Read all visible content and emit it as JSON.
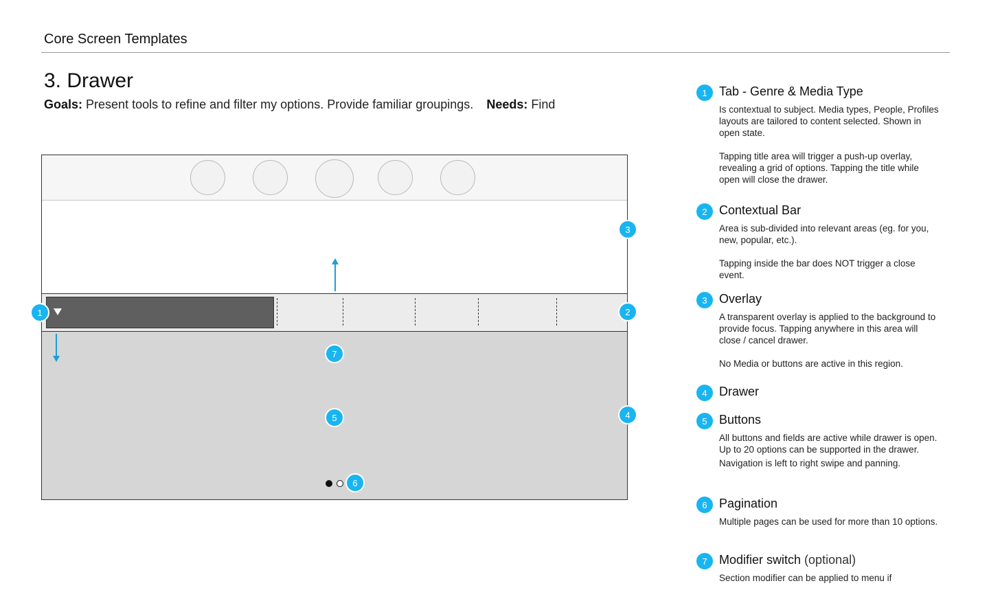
{
  "header": {
    "title": "Core Screen Templates"
  },
  "section": {
    "title": "3. Drawer",
    "goals_label": "Goals:",
    "goals_text": "Present tools to refine and filter my options. Provide familiar groupings.",
    "needs_label": "Needs:",
    "needs_text": "Find"
  },
  "colors": {
    "accent_badge": "#19b5f0",
    "arrow": "#1a9fd9",
    "drawer_bg": "#d6d6d6",
    "tab_bg": "#5f5f5f",
    "context_bar_bg": "#ececec"
  },
  "wireframe": {
    "badges": {
      "overlay": "3",
      "tab": "1",
      "context_bar": "2",
      "modifier": "7",
      "buttons": "5",
      "drawer": "4",
      "pagination": "6"
    },
    "tab_icon": "triangle-down-icon",
    "pagination": {
      "pages": 2,
      "current": 1
    }
  },
  "legend": [
    {
      "number": "1",
      "title": "Tab - Genre & Media Type",
      "paragraphs": [
        "Is contextual to subject.  Media types, People, Profiles layouts are tailored to content selected. Shown in open state.",
        "Tapping title area will trigger a push-up overlay, revealing a grid of options. Tapping the title while open will close the drawer."
      ]
    },
    {
      "number": "2",
      "title": "Contextual Bar",
      "paragraphs": [
        "Area is sub-divided into relevant areas (eg. for you, new, popular, etc.).",
        "Tapping inside the bar does NOT trigger a close event."
      ]
    },
    {
      "number": "3",
      "title": "Overlay",
      "paragraphs": [
        "A transparent overlay is applied to the background to provide focus. Tapping anywhere in this area will close / cancel drawer.",
        "No Media or buttons are active in this region."
      ]
    },
    {
      "number": "4",
      "title": "Drawer",
      "paragraphs": []
    },
    {
      "number": "5",
      "title": "Buttons",
      "paragraphs": [
        "All buttons and fields are active while drawer is open. Up to 20 options can be supported in the drawer.",
        "Navigation is left to right swipe and panning."
      ]
    },
    {
      "number": "6",
      "title": "Pagination",
      "paragraphs": [
        "Multiple pages can be used for more than 10 options."
      ]
    },
    {
      "number": "7",
      "title": "Modifier switch",
      "title_suffix": "(optional)",
      "paragraphs": [
        "Section modifier can be applied to menu if"
      ]
    }
  ]
}
